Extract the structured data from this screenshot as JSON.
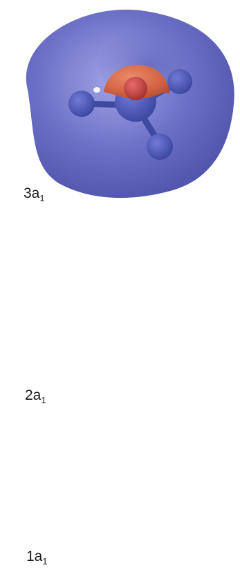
{
  "orbitals": [
    {
      "name": "3a",
      "subscript": "1"
    },
    {
      "name": "2a",
      "subscript": "1"
    },
    {
      "name": "1a",
      "subscript": "1"
    }
  ],
  "colors": {
    "positive_lobe": "#d8643f",
    "negative_lobe": "#6064b8",
    "central_atom": "#c13a3a",
    "hydrogen_on_blue": "#4a57b8",
    "hydrogen_white": "#f2f2f2"
  }
}
